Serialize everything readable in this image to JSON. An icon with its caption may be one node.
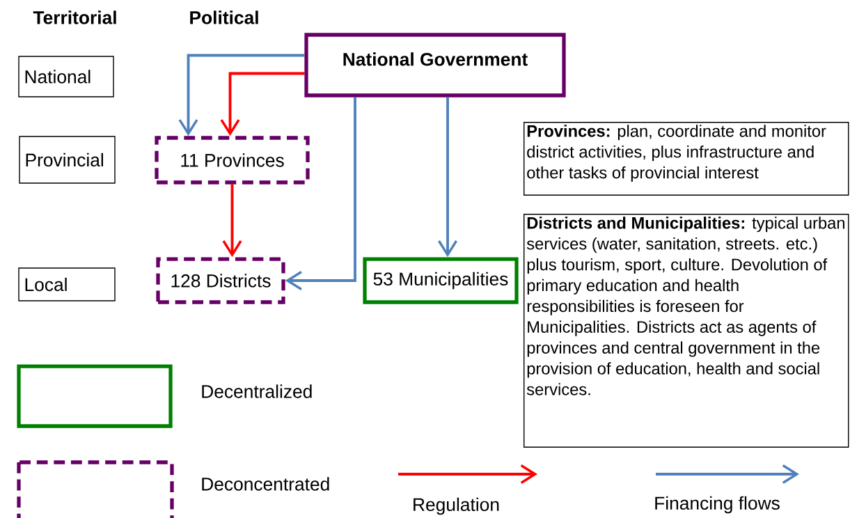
{
  "diagram": {
    "nodes": [
      {
        "text": [
          "National Government"
        ]
      },
      {
        "text": [
          "11 Provinces"
        ]
      },
      {
        "text": [
          "128 Districts"
        ]
      },
      {
        "text": [
          "53 Municipalities"
        ]
      },
      {
        "text": [
          "National"
        ]
      },
      {
        "text": [
          "Provincial"
        ]
      },
      {
        "text": [
          "Local"
        ]
      },
      {
        "text": [
          "**Provinces:** plan, coordinate and monitor district activities, plus infrastructure and other tasks of provincial interest"
        ]
      },
      {
        "text": [
          "**Districts and Municipalities:** typical urban services (water, sanitation, streets. etc.) plus tourism, sport, culture. Devolution of primary education and health responsibilities is foreseen for Municipalities. Districts act as agents of provinces and central government in the provision of education, health and social services."
        ]
      }
    ],
    "edges": [
      {
        "from": 0,
        "to": 1,
        "arrow": "to"
      },
      {
        "from": 0,
        "to": 1,
        "arrow": "to",
        "color": "#ff0000"
      },
      {
        "from": 1,
        "to": 2,
        "arrow": "to",
        "color": "#ff0000"
      },
      {
        "from": 0,
        "to": 2,
        "arrow": "to"
      },
      {
        "from": 0,
        "to": 3,
        "arrow": "to"
      }
    ],
    "labels": [
      "Territorial",
      "Political"
    ],
    "legend": [
      {
        "text": "Decentralized",
        "color": "#008000"
      },
      {
        "text": "Deconcentrated",
        "color": "#660066"
      },
      {
        "text": "Regulation"
      },
      {
        "text": "Financing flows"
      }
    ]
  }
}
